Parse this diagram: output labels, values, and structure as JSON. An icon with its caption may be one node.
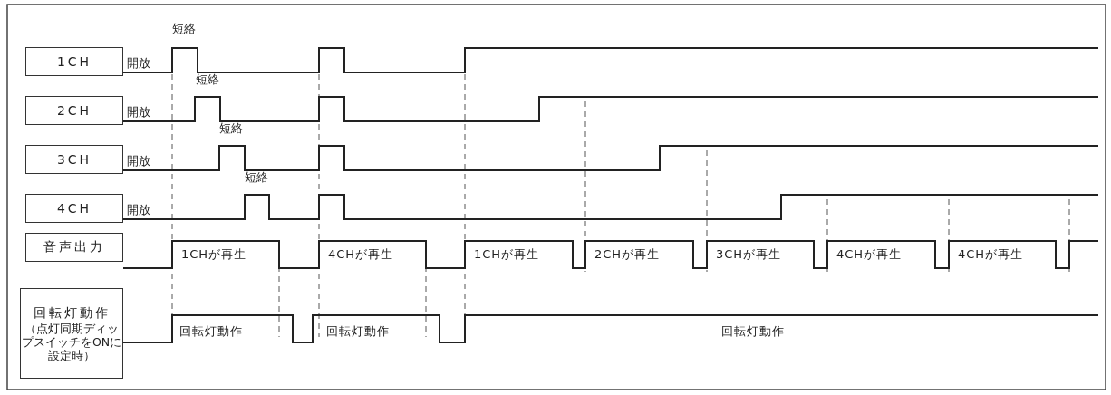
{
  "diagram": {
    "nodes": [
      {
        "text": [
          "1CH"
        ]
      },
      {
        "text": [
          "2CH"
        ]
      },
      {
        "text": [
          "3CH"
        ]
      },
      {
        "text": [
          "4CH"
        ]
      },
      {
        "text": [
          "音声出力"
        ]
      },
      {
        "text": [
          "回転灯動作",
          "（点灯同期ディップスイッチをONに設定時）"
        ]
      }
    ],
    "edges": [],
    "labels": [
      "短絡",
      "開放",
      "短絡",
      "開放",
      "短絡",
      "開放",
      "短絡",
      "開放",
      "1CHが再生",
      "4CHが再生",
      "1CHが再生",
      "2CHが再生",
      "3CHが再生",
      "4CHが再生",
      "4CHが再生",
      "回転灯動作",
      "回転灯動作",
      "回転灯動作"
    ]
  }
}
